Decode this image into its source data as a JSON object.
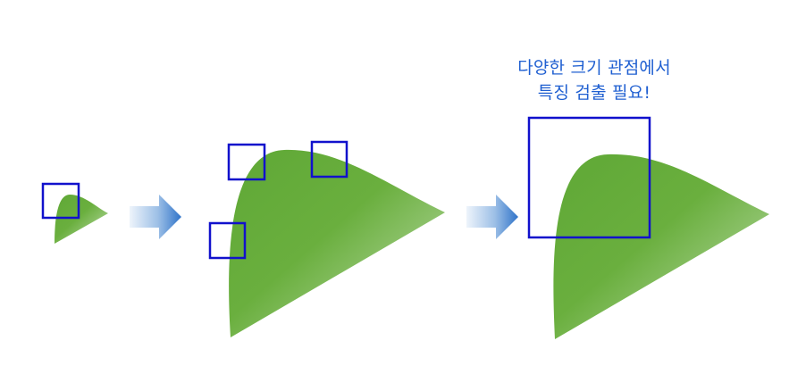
{
  "caption": {
    "line1": "다양한 크기 관점에서",
    "line2": "특징 검출 필요!"
  },
  "colors": {
    "shape_dark": "#5fa836",
    "shape_light": "#b7d9a5",
    "box_stroke": "#1111cc",
    "arrow_dark": "#2f73c9",
    "arrow_light": "#e4eef9",
    "caption_text": "#1f5fd1"
  },
  "stages": [
    {
      "label": "small-shape",
      "detection_boxes": 1
    },
    {
      "label": "large-shape",
      "detection_boxes": 3
    },
    {
      "label": "large-shape-large-window",
      "detection_boxes": 1
    }
  ],
  "arrows": [
    "transition-arrow",
    "transition-arrow"
  ]
}
